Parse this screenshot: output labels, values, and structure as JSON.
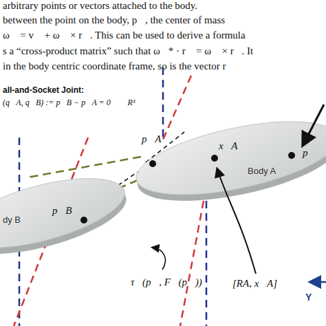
{
  "diagram": {
    "nodes": [
      {
        "text": [
          "Body A"
        ]
      },
      {
        "text": [
          "dy B"
        ]
      }
    ],
    "edges": [
      {
        "from": 0,
        "to": 1,
        "arrow": "none"
      },
      {
        "from": 0,
        "to": 1,
        "arrow": "none"
      }
    ],
    "labels": [
      "arbitrary points or vectors attached to the body.",
      "between the point on the body, p⃗, the center of mass",
      "ω⃗ = v⃗ + ω⃗ × r⃗. This can be used to derive a formula",
      "s a “cross-product matrix” such that ω⃗* · r⃗ = ω⃗ × r⃗. It",
      "in the body centric coordinate frame, so is the vector r⃗",
      "all-and-Socket Joint:",
      "(q⃗A, q⃗B) := p⃗B − p⃗A = 0⃗ ∈ R³",
      "p⃗A",
      "x⃗A",
      "p⃗",
      "p⃗B",
      "τ⃗(p⃗, F⃗(p⃗))",
      "[RA, x⃗A]",
      "Y"
    ]
  }
}
